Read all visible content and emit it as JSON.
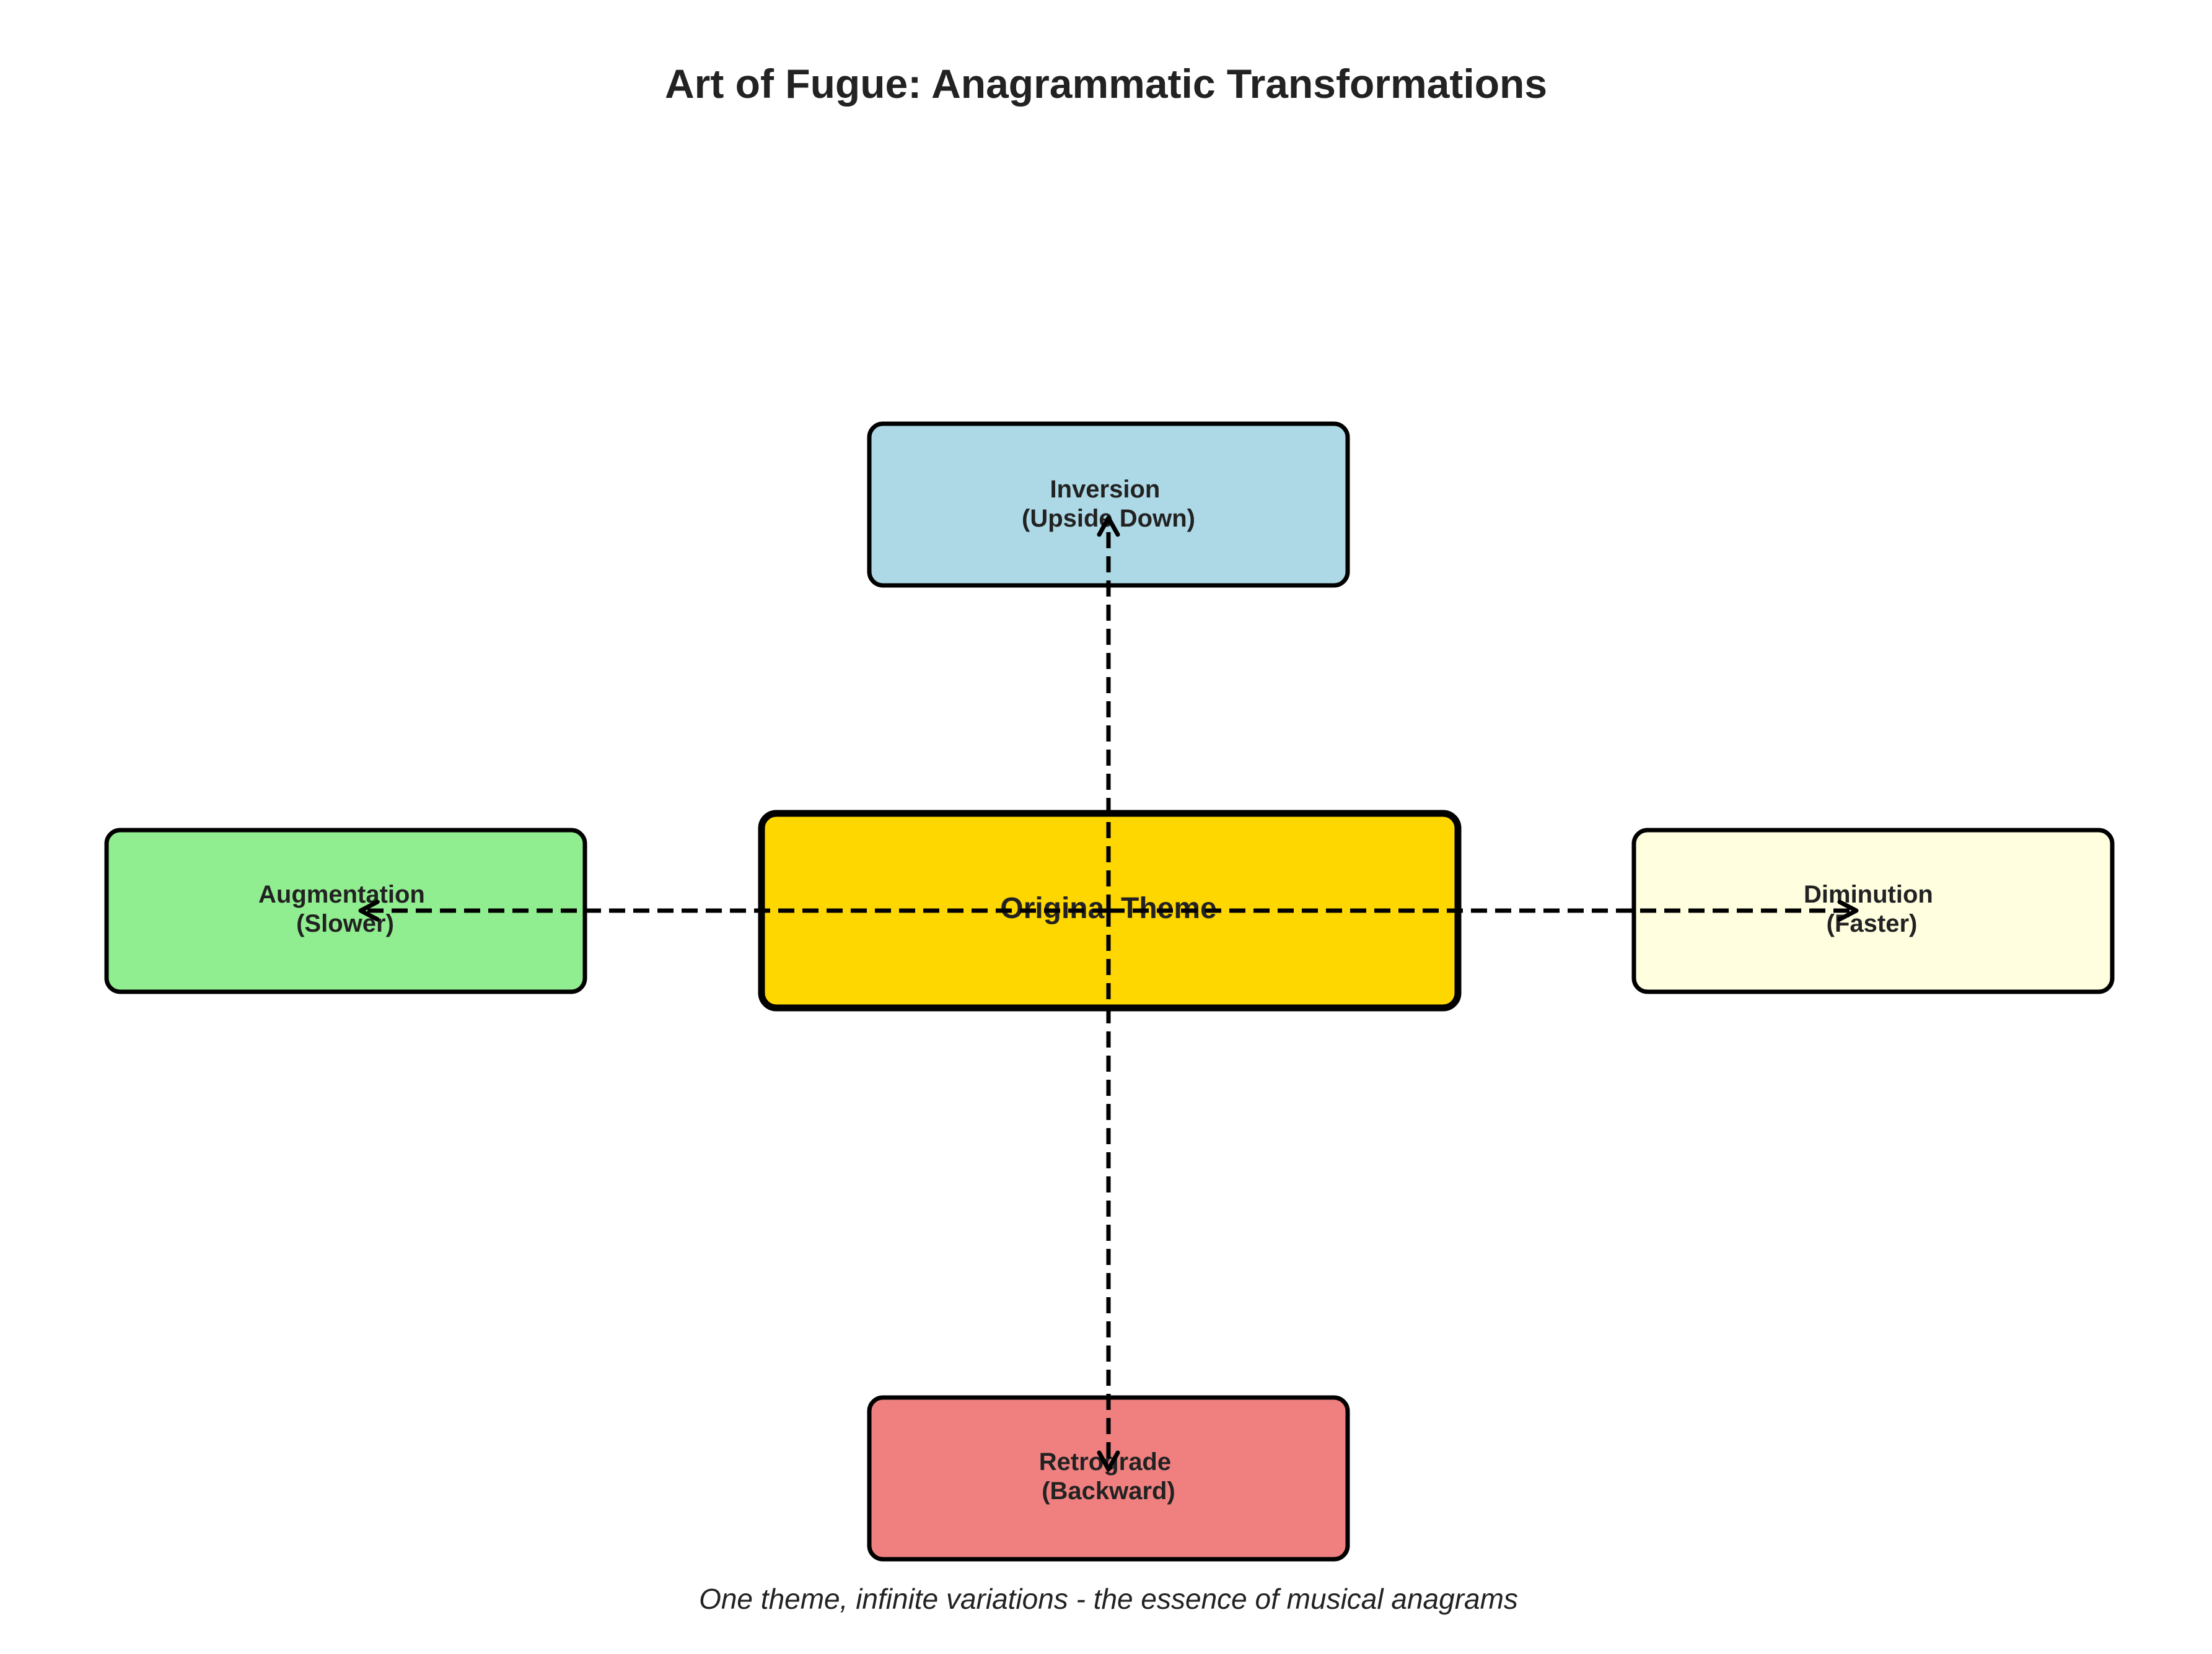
{
  "title": "Art of Fugue: Anagrammatic Transformations",
  "caption": "One theme, infinite variations - the essence of musical anagrams",
  "nodes": {
    "center": {
      "label": "Original Theme",
      "color": "#FFD700"
    },
    "inversion": {
      "line1": "Inversion",
      "line2": "(Upside Down)",
      "color": "#ADD8E6"
    },
    "augmentation": {
      "line1": "Augmentation",
      "line2": "(Slower)",
      "color": "#90EE90"
    },
    "diminution": {
      "line1": "Diminution",
      "line2": "(Faster)",
      "color": "#FFFFE0"
    },
    "retrograde": {
      "line1": "Retrograde",
      "line2": "(Backward)",
      "color": "#F08080"
    }
  },
  "edges": [
    {
      "from": "center",
      "to": "inversion",
      "style": "dashed"
    },
    {
      "from": "center",
      "to": "augmentation",
      "style": "dashed"
    },
    {
      "from": "center",
      "to": "diminution",
      "style": "dashed"
    },
    {
      "from": "center",
      "to": "retrograde",
      "style": "dashed"
    }
  ]
}
